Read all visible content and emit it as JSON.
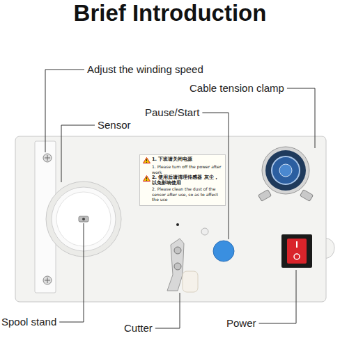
{
  "diagram": {
    "title": "Brief Introduction",
    "nodes": [
      {
        "text": [
          "1. 下班请关闭电源",
          "1. Please turn off the power after work",
          "2. 使用后请清理传感器 灰尘，以免影响使用",
          "2. Please clean the dust of the sensor after use, so as to affect the use"
        ]
      }
    ],
    "labels": [
      "Adjust the winding speed",
      "Sensor",
      "Cable tension clamp",
      "Pause/Start",
      "Spool stand",
      "Cutter",
      "Power"
    ]
  }
}
